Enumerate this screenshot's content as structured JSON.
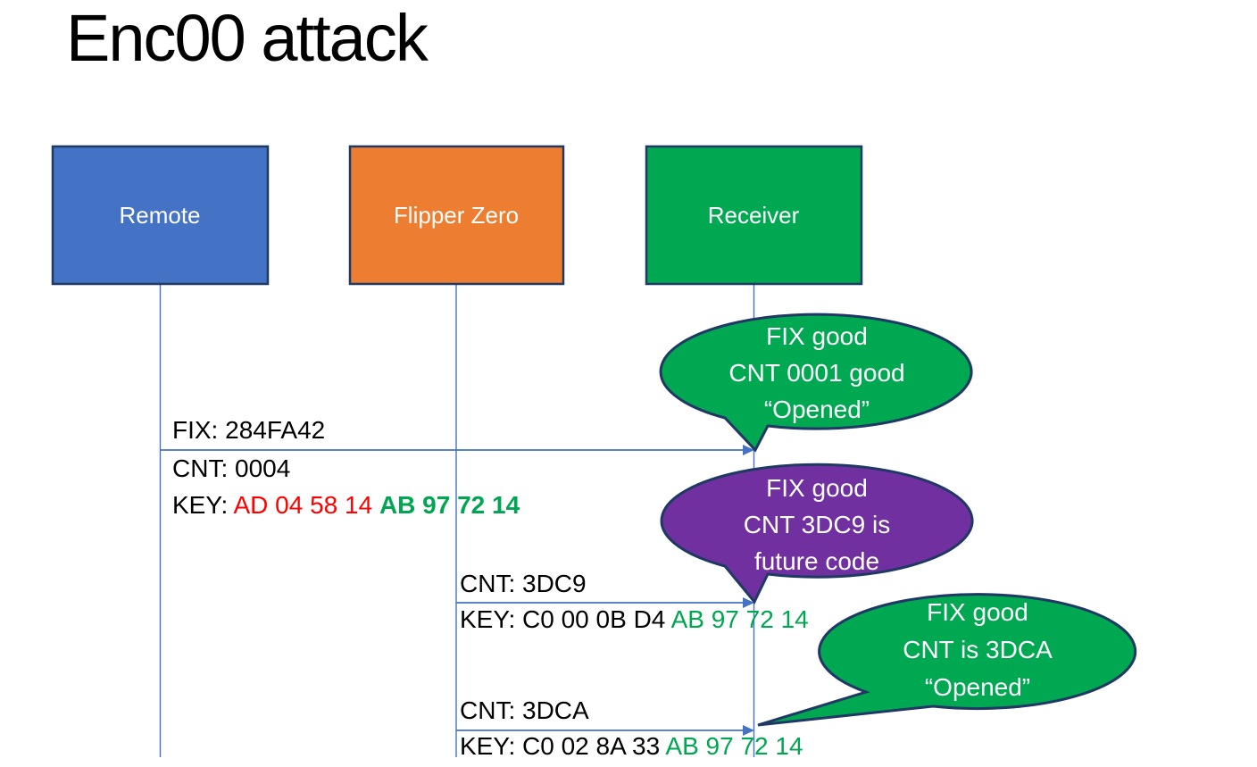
{
  "slide": {
    "title": "Enc00 attack"
  },
  "colors": {
    "remote_fill": "#4472C4",
    "flipper_fill": "#ED7D31",
    "receiver_fill": "#00A851",
    "bubble_green": "#00A851",
    "bubble_purple": "#7030A0",
    "outline_navy": "#1F3864",
    "connector_blue": "#4472C4",
    "text_black": "#000000",
    "text_white": "#FFFFFF",
    "key_red": "#FF0000",
    "key_green": "#00A651"
  },
  "actors": [
    {
      "label": "Remote"
    },
    {
      "label": "Flipper Zero"
    },
    {
      "label": "Receiver"
    }
  ],
  "messages": [
    {
      "from": "Remote",
      "to": "Receiver",
      "label_above": "FIX: 284FA42",
      "label_below": "CNT: 0004",
      "key_prefix": "KEY: ",
      "key_red_part": "AD 04 58 14 ",
      "key_green_part": "AB 97 72 14"
    },
    {
      "from": "Flipper Zero",
      "to": "Receiver",
      "label_above": "CNT: 3DC9",
      "key_prefix": "KEY: C0 00 0B D4 ",
      "key_green_part": "AB 97 72 14"
    },
    {
      "from": "Flipper Zero",
      "to": "Receiver",
      "label_above": "CNT: 3DCA",
      "key_prefix": "KEY: C0 02 8A 33 ",
      "key_green_part": "AB 97 72 14"
    }
  ],
  "callouts": [
    {
      "line1": "FIX good",
      "line2": "CNT 0001 good",
      "line3": "“Opened”"
    },
    {
      "line1": "FIX good",
      "line2": "CNT 3DC9 is",
      "line3": "future code"
    },
    {
      "line1": "FIX good",
      "line2": "CNT is 3DCA",
      "line3": "“Opened”"
    }
  ]
}
